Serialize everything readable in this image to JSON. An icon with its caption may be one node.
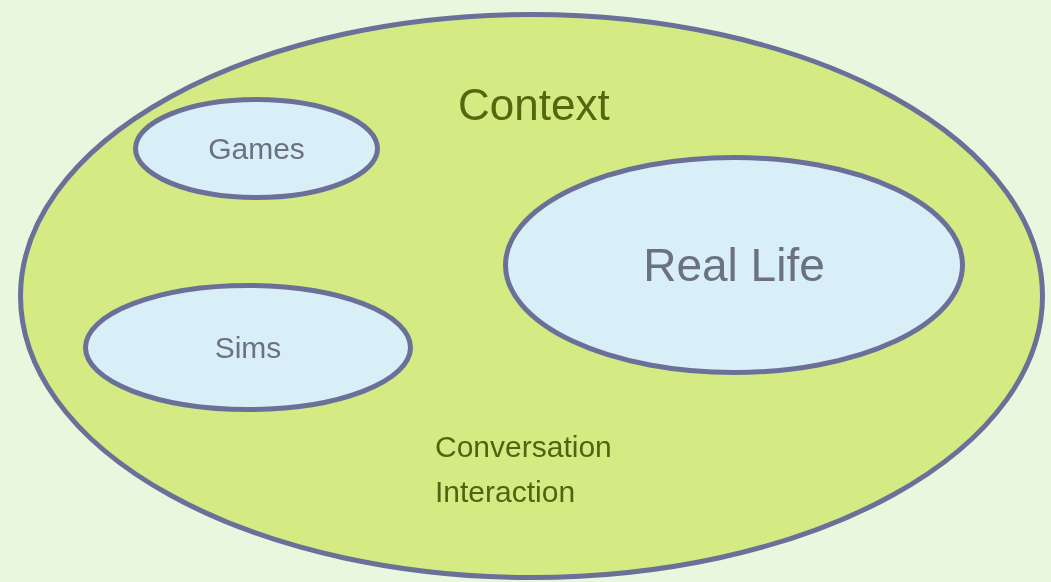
{
  "diagram": {
    "nodes": [
      {
        "text": [
          "Context",
          "Conversation Interaction"
        ]
      },
      {
        "text": [
          "Games"
        ],
        "in": 0
      },
      {
        "text": [
          "Real Life"
        ],
        "in": 0
      },
      {
        "text": [
          "Sims"
        ],
        "in": 0
      }
    ]
  }
}
